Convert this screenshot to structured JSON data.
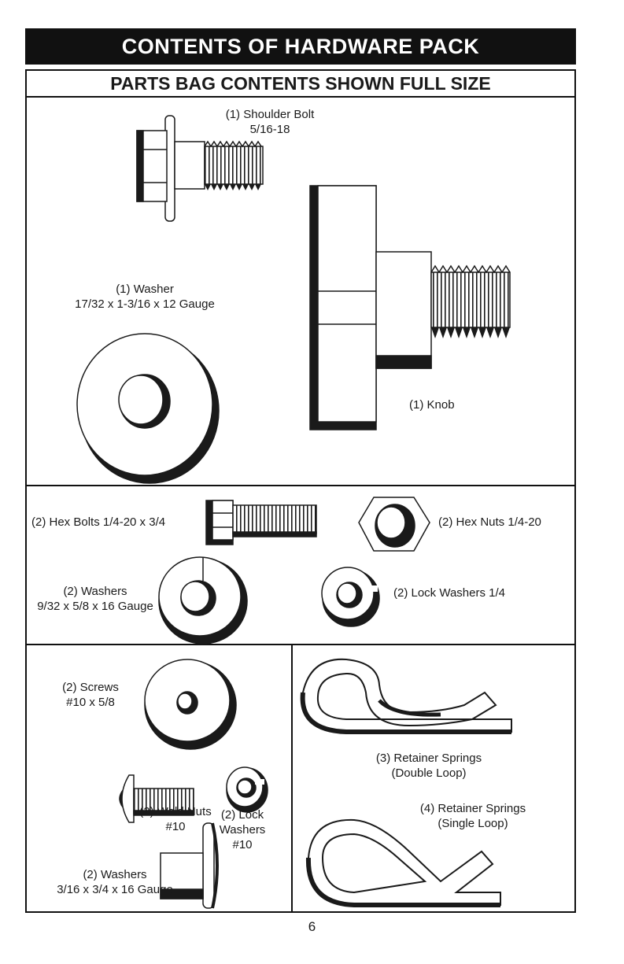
{
  "header": {
    "banner": "CONTENTS OF HARDWARE PACK",
    "subtitle": "PARTS BAG CONTENTS SHOWN FULL SIZE"
  },
  "parts": {
    "shoulder_bolt": {
      "qty": "(1) Shoulder Bolt",
      "spec": "5/16-18"
    },
    "washer_large": {
      "qty": "(1) Washer",
      "spec": "17/32 x 1-3/16 x 12 Gauge"
    },
    "knob": {
      "qty": "(1) Knob"
    },
    "hex_bolts": {
      "label": "(2) Hex Bolts 1/4-20 x 3/4"
    },
    "hex_nuts": {
      "label": "(2) Hex Nuts 1/4-20"
    },
    "washers_9_32": {
      "qty": "(2) Washers",
      "spec": "9/32 x 5/8 x 16 Gauge"
    },
    "lock_washers_1_4": {
      "label": "(2) Lock Washers 1/4"
    },
    "screws": {
      "qty": "(2) Screws",
      "spec": "#10 x 5/8"
    },
    "weld_nuts": {
      "qty": "(2) Weld Nuts",
      "spec": "#10"
    },
    "lock_washers_10": {
      "qty": "(2) Lock",
      "line2": "Washers",
      "spec": "#10"
    },
    "washers_3_16": {
      "qty": "(2) Washers",
      "spec": "3/16 x 3/4 x 16 Gauge"
    },
    "retainer_double": {
      "qty": "(3) Retainer Springs",
      "spec": "(Double Loop)"
    },
    "retainer_single": {
      "qty": "(4) Retainer Springs",
      "spec": "(Single Loop)"
    }
  },
  "footer": {
    "page_number": "6"
  }
}
